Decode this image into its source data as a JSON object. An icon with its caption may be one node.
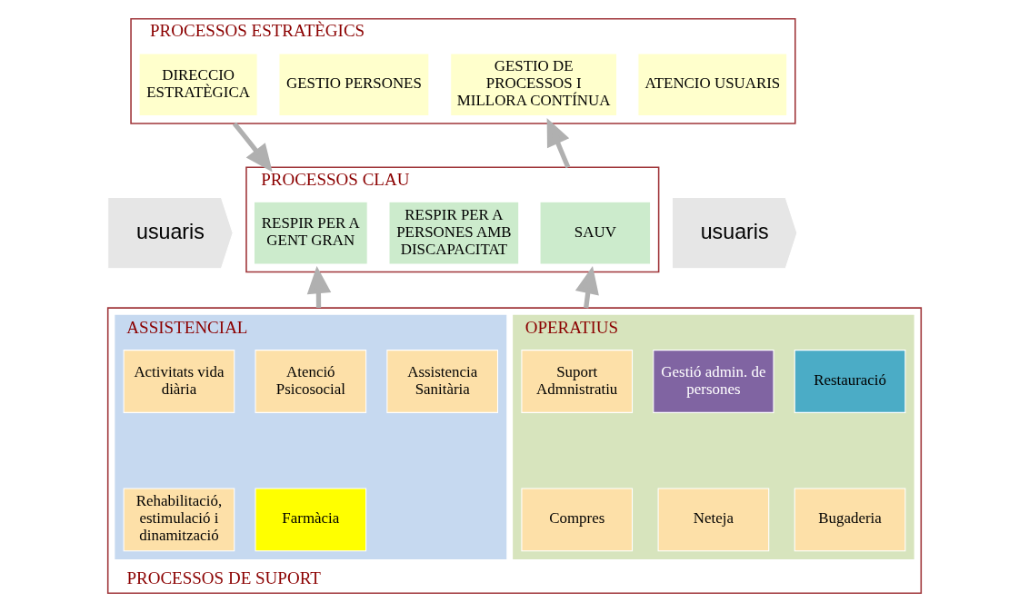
{
  "diagram": {
    "nodes": [
      {
        "text": [
          "PROCESSOS ESTRATÈGICS"
        ]
      },
      {
        "text": [
          "DIRECCIO ESTRATÈGICA"
        ],
        "in": 0
      },
      {
        "text": [
          "GESTIO PERSONES"
        ],
        "in": 0
      },
      {
        "text": [
          "GESTIO DE PROCESSOS I MILLORA CONTÍNUA"
        ],
        "in": 0
      },
      {
        "text": [
          "ATENCIO USUARIS"
        ],
        "in": 0
      },
      {
        "text": [
          "usuaris"
        ]
      },
      {
        "text": [
          "PROCESSOS CLAU"
        ]
      },
      {
        "text": [
          "RESPIR PER A GENT GRAN"
        ],
        "in": 6
      },
      {
        "text": [
          "RESPIR PER A PERSONES AMB DISCAPACITAT"
        ],
        "in": 6
      },
      {
        "text": [
          "SAUV"
        ],
        "in": 6
      },
      {
        "text": [
          "usuaris"
        ]
      },
      {
        "text": [
          "PROCESSOS DE SUPORT"
        ]
      },
      {
        "text": [
          "ASSISTENCIAL"
        ],
        "in": 11
      },
      {
        "text": [
          "Atenció Psicosocial"
        ],
        "in": 12
      },
      {
        "text": [
          "Activitats vida diària"
        ],
        "in": 12
      },
      {
        "text": [
          "Assistencia Sanitària"
        ],
        "in": 12
      },
      {
        "text": [
          "Farmàcia"
        ],
        "in": 12
      },
      {
        "text": [
          "Rehabilitació, estimulació i dinamització"
        ],
        "in": 12
      },
      {
        "text": [
          "OPERATIUS"
        ],
        "in": 11
      },
      {
        "text": [
          "Suport Admnistratiu"
        ],
        "in": 18
      },
      {
        "text": [
          "Gestió admin. de persones"
        ],
        "in": 18
      },
      {
        "text": [
          "Restauració"
        ],
        "in": 18
      },
      {
        "text": [
          "Compres"
        ],
        "in": 18
      },
      {
        "text": [
          "Neteja"
        ],
        "in": 18
      },
      {
        "text": [
          "Bugaderia"
        ],
        "in": 18
      }
    ],
    "edges": [
      {
        "from": 0,
        "to": 6,
        "arrow": "to"
      },
      {
        "from": 6,
        "to": 0,
        "arrow": "to"
      },
      {
        "from": 11,
        "to": 6,
        "arrow": "to"
      },
      {
        "from": 11,
        "to": 6,
        "arrow": "to"
      }
    ]
  }
}
